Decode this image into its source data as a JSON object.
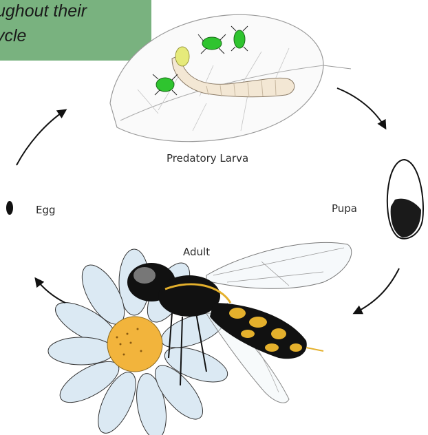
{
  "banner": {
    "line1": "ughout their",
    "line2": "ycle",
    "color": "#79b27f"
  },
  "stages": {
    "larva": "Predatory Larva",
    "egg": "Egg",
    "pupa": "Pupa",
    "adult": "Adult"
  },
  "colors": {
    "aphid": "#2fc42f",
    "larva": "#f3e7d4",
    "flower_petal": "#dbe9f3",
    "flower_center": "#f2b43c",
    "hoverfly_body": "#111111",
    "hoverfly_stripe": "#e4b02c"
  }
}
